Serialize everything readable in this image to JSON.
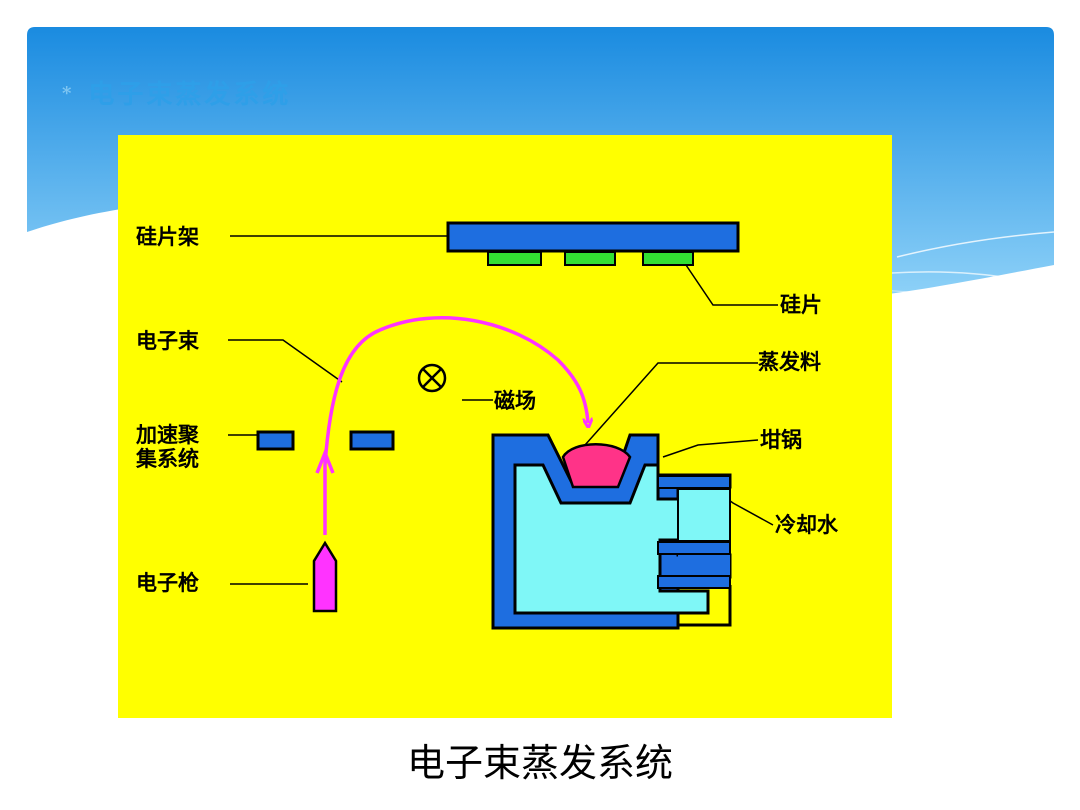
{
  "slide": {
    "bullet_symbol": "*",
    "title": "电子束蒸发系统",
    "caption": "电子束蒸发系统"
  },
  "diagram": {
    "labels": {
      "wafer_holder": "硅片架",
      "wafer": "硅片",
      "electron_beam": "电子束",
      "magnetic_field": "磁场",
      "evaporation_material": "蒸发料",
      "accel_focus": "加速聚\n集系统",
      "crucible": "坩锅",
      "cooling_water": "冷却水",
      "electron_gun": "电子枪"
    },
    "colors": {
      "background": "#ffff00",
      "holder": "#1e6ee0",
      "wafer": "#33e033",
      "beam": "#ff33ff",
      "crucible": "#1e6ee0",
      "water": "#7ff7f7",
      "material": "#ff3388",
      "gun": "#ff33ff"
    }
  },
  "header": {
    "gradient_top": "#1e8ee0",
    "gradient_bottom": "#8fd0f7"
  }
}
